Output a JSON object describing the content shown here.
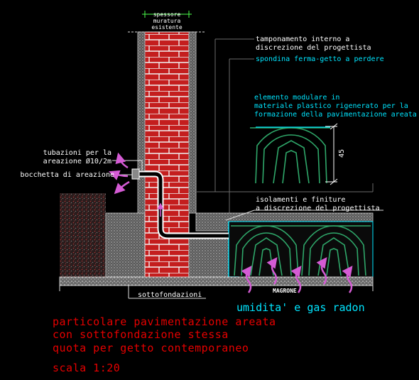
{
  "labels": {
    "wall_thickness": [
      "spessore",
      "muratura",
      "esistente"
    ],
    "tamponamento": [
      "tamponamento interno a",
      "discrezione del progettista"
    ],
    "spondina": "spondina ferma-getto a perdere",
    "elemento": [
      "elemento modulare in",
      "materiale plastico rigenerato per la",
      "formazione della pavimentazione areata"
    ],
    "dimension": "45",
    "tubazioni": [
      "tubazioni per la",
      "areazione Ø10/2m"
    ],
    "bocchetta": "bocchetta di areazione",
    "isolamenti": [
      "isolamenti e finiture",
      "a discrezione del progettista"
    ],
    "magrone": "MAGRONE",
    "sottofondazioni": "sottofondazioni",
    "umidita": "umidita' e gas radon"
  },
  "title": {
    "lines": [
      "particolare pavimentazione areata",
      "con sottofondazione stessa",
      "quota per getto contemporaneo"
    ],
    "scale": "scala 1:20"
  },
  "colors": {
    "background": "#000000",
    "brick": "#c41e1e",
    "mortar": "#ffffff",
    "hatch": "#9e9e9e",
    "earth": "#3a2a2a",
    "modular": "#2fa86a",
    "cyan": "#00e5ff",
    "magenta": "#d45bd4",
    "red_text": "#e60000",
    "line": "#b0b0b0"
  }
}
